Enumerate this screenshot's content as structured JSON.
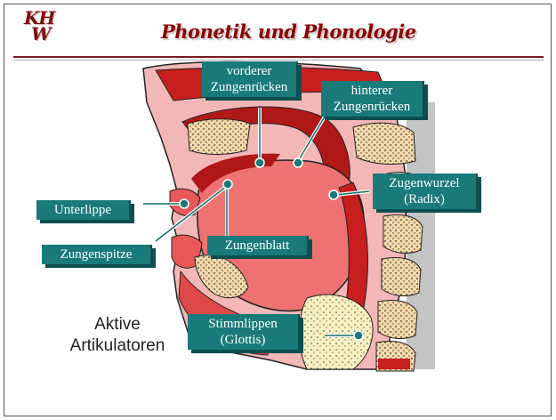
{
  "header": {
    "logo_line1": "KH",
    "logo_line2": "W",
    "title": "Phonetik und Phonologie"
  },
  "labels": {
    "vorderer": [
      "vorderer",
      "Zungenrücken"
    ],
    "hinterer": [
      "hinterer",
      "Zungenrücken"
    ],
    "unterlippe": "Unterlippe",
    "zungenspitze": "Zungenspitze",
    "zungenblatt": "Zungenblatt",
    "zugenwurzel": [
      "Zugenwurzel",
      "(Radix)"
    ],
    "stimmlippen": [
      "Stimmlippen",
      "(Glottis)"
    ]
  },
  "caption": [
    "Aktive",
    "Artikulatoren"
  ],
  "colors": {
    "label_bg": "#1a7a7a",
    "title": "#8b0000"
  }
}
